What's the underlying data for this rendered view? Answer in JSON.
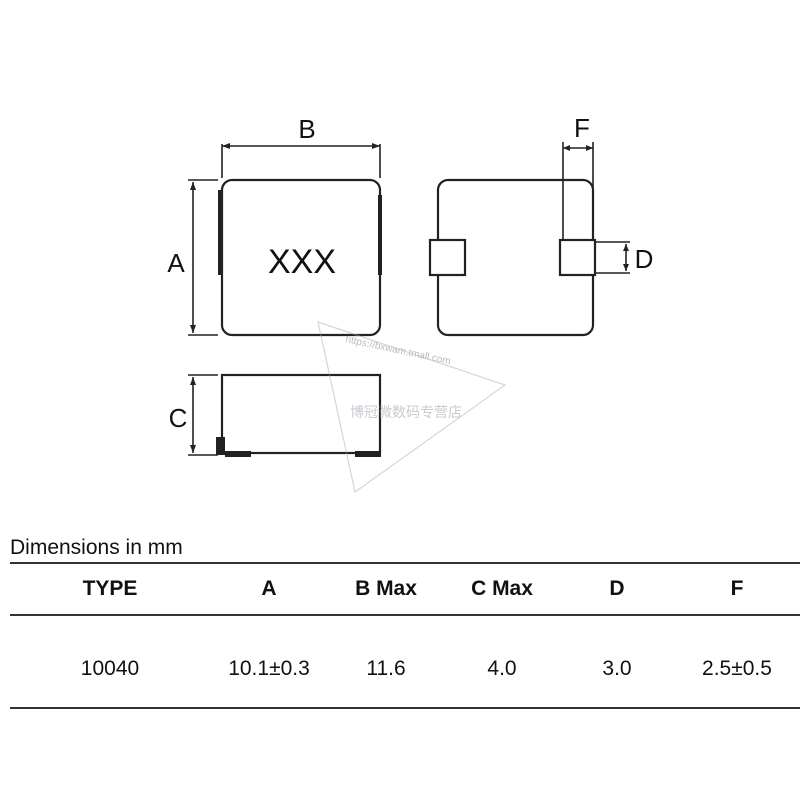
{
  "drawing": {
    "label_a": "A",
    "label_b": "B",
    "label_c": "C",
    "label_d": "D",
    "label_f": "F",
    "marking": "XXX",
    "watermark_url": "https://bxwam.tmall.com",
    "watermark_store": "博冠微数码专营店"
  },
  "table": {
    "caption": "Dimensions in mm",
    "headers": [
      "TYPE",
      "A",
      "B Max",
      "C Max",
      "D",
      "F"
    ],
    "rows": [
      [
        "10040",
        "10.1±0.3",
        "11.6",
        "4.0",
        "3.0",
        "2.5±0.5"
      ]
    ]
  }
}
